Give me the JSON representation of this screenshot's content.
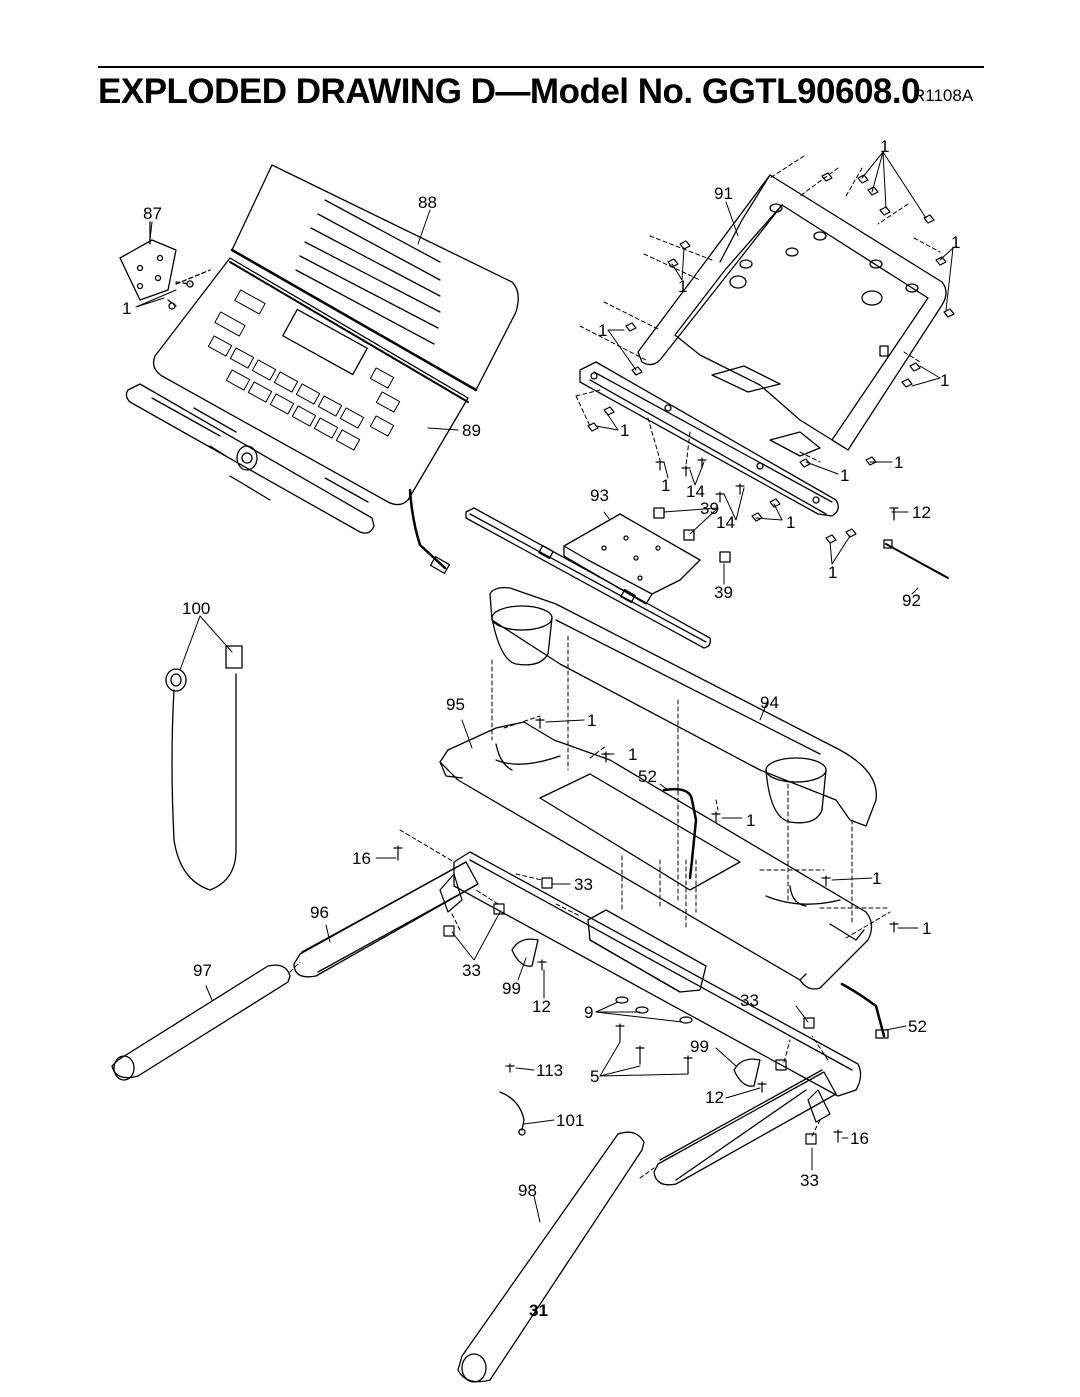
{
  "header": {
    "title": "EXPLODED DRAWING D—Model No. GGTL90608.0",
    "revision": "R1108A"
  },
  "page_number": "31",
  "callouts": [
    {
      "id": "c1",
      "text": "1"
    },
    {
      "id": "c2",
      "text": "87"
    },
    {
      "id": "c3",
      "text": "88"
    },
    {
      "id": "c4",
      "text": "1"
    },
    {
      "id": "c5",
      "text": "91"
    },
    {
      "id": "c6",
      "text": "1"
    },
    {
      "id": "c7",
      "text": "1"
    },
    {
      "id": "c8",
      "text": "1"
    },
    {
      "id": "c9",
      "text": "1"
    },
    {
      "id": "c10",
      "text": "89"
    },
    {
      "id": "c11",
      "text": "1"
    },
    {
      "id": "c12",
      "text": "1"
    },
    {
      "id": "c13",
      "text": "1"
    },
    {
      "id": "c14",
      "text": "14"
    },
    {
      "id": "c15",
      "text": "1"
    },
    {
      "id": "c16",
      "text": "93"
    },
    {
      "id": "c17",
      "text": "39"
    },
    {
      "id": "c18",
      "text": "14"
    },
    {
      "id": "c19",
      "text": "1"
    },
    {
      "id": "c20",
      "text": "12"
    },
    {
      "id": "c21",
      "text": "1"
    },
    {
      "id": "c22",
      "text": "39"
    },
    {
      "id": "c23",
      "text": "92"
    },
    {
      "id": "c24",
      "text": "100"
    },
    {
      "id": "c25",
      "text": "95"
    },
    {
      "id": "c26",
      "text": "94"
    },
    {
      "id": "c27",
      "text": "1"
    },
    {
      "id": "c28",
      "text": "1"
    },
    {
      "id": "c29",
      "text": "52"
    },
    {
      "id": "c30",
      "text": "1"
    },
    {
      "id": "c31",
      "text": "16"
    },
    {
      "id": "c32",
      "text": "33"
    },
    {
      "id": "c33",
      "text": "1"
    },
    {
      "id": "c34",
      "text": "96"
    },
    {
      "id": "c35",
      "text": "1"
    },
    {
      "id": "c36",
      "text": "97"
    },
    {
      "id": "c37",
      "text": "33"
    },
    {
      "id": "c38",
      "text": "99"
    },
    {
      "id": "c39",
      "text": "12"
    },
    {
      "id": "c40",
      "text": "9"
    },
    {
      "id": "c41",
      "text": "33"
    },
    {
      "id": "c42",
      "text": "52"
    },
    {
      "id": "c43",
      "text": "99"
    },
    {
      "id": "c44",
      "text": "113"
    },
    {
      "id": "c45",
      "text": "5"
    },
    {
      "id": "c46",
      "text": "12"
    },
    {
      "id": "c47",
      "text": "101"
    },
    {
      "id": "c48",
      "text": "16"
    },
    {
      "id": "c49",
      "text": "98"
    },
    {
      "id": "c50",
      "text": "33"
    }
  ]
}
